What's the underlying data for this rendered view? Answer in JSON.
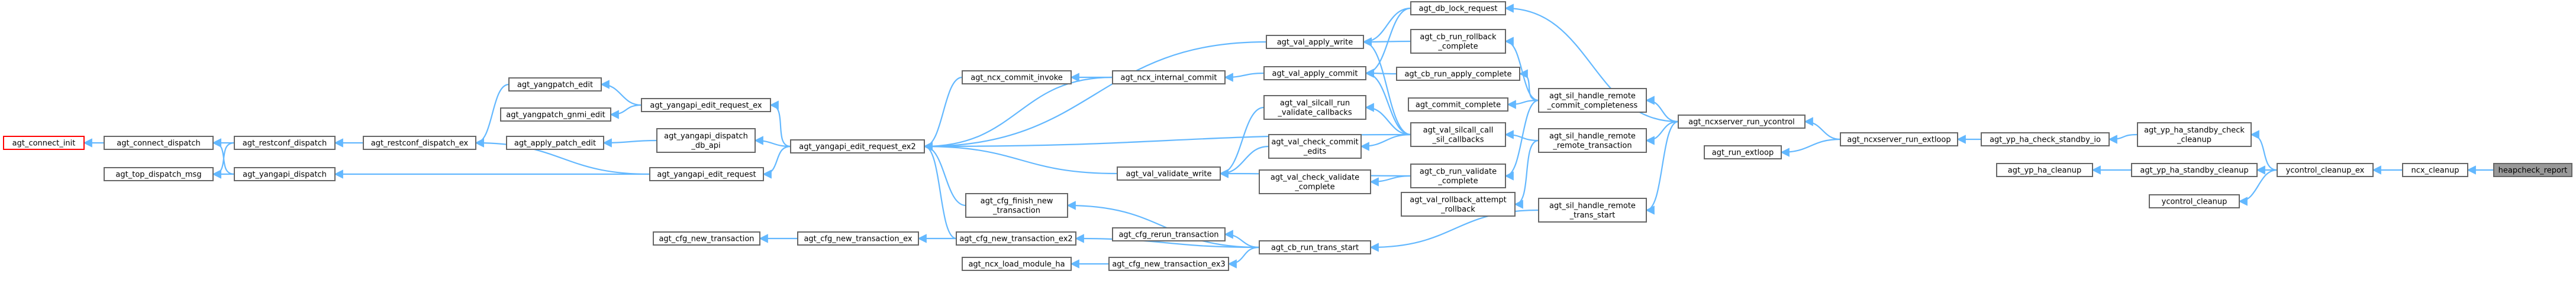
{
  "graph": {
    "focus_node": "heapcheck_report",
    "nodes": [
      {
        "id": "heapcheck_report",
        "lines": [
          "heapcheck_report"
        ]
      },
      {
        "id": "ncx_cleanup",
        "lines": [
          "ncx_cleanup"
        ]
      },
      {
        "id": "ycontrol_cleanup_ex",
        "lines": [
          "ycontrol_cleanup_ex"
        ]
      },
      {
        "id": "agt_yp_ha_standby_check_cleanup",
        "lines": [
          "agt_yp_ha_standby_check",
          "_cleanup"
        ]
      },
      {
        "id": "agt_yp_ha_standby_cleanup",
        "lines": [
          "agt_yp_ha_standby_cleanup"
        ]
      },
      {
        "id": "ycontrol_cleanup",
        "lines": [
          "ycontrol_cleanup"
        ]
      },
      {
        "id": "agt_yp_ha_check_standby_io",
        "lines": [
          "agt_yp_ha_check_standby_io"
        ]
      },
      {
        "id": "agt_yp_ha_cleanup",
        "lines": [
          "agt_yp_ha_cleanup"
        ]
      },
      {
        "id": "agt_ncxserver_run_extloop",
        "lines": [
          "agt_ncxserver_run_extloop"
        ]
      },
      {
        "id": "agt_ncxserver_run_ycontrol",
        "lines": [
          "agt_ncxserver_run_ycontrol"
        ]
      },
      {
        "id": "agt_run_extloop",
        "lines": [
          "agt_run_extloop"
        ]
      },
      {
        "id": "agt_db_lock_request",
        "lines": [
          "agt_db_lock_request"
        ]
      },
      {
        "id": "agt_sil_handle_remote_commit_completeness",
        "lines": [
          "agt_sil_handle_remote",
          "_commit_completeness"
        ]
      },
      {
        "id": "agt_sil_handle_remote_remote_transaction",
        "lines": [
          "agt_sil_handle_remote",
          "_remote_transaction"
        ]
      },
      {
        "id": "agt_sil_handle_remote_trans_start",
        "lines": [
          "agt_sil_handle_remote",
          "_trans_start"
        ]
      },
      {
        "id": "agt_cb_run_rollback_complete",
        "lines": [
          "agt_cb_run_rollback",
          "_complete"
        ]
      },
      {
        "id": "agt_cb_run_apply_complete",
        "lines": [
          "agt_cb_run_apply_complete"
        ]
      },
      {
        "id": "agt_commit_complete",
        "lines": [
          "agt_commit_complete"
        ]
      },
      {
        "id": "agt_val_silcall_call_sil_callbacks",
        "lines": [
          "agt_val_silcall_call",
          "_sil_callbacks"
        ]
      },
      {
        "id": "agt_cb_run_validate_complete",
        "lines": [
          "agt_cb_run_validate",
          "_complete"
        ]
      },
      {
        "id": "agt_val_rollback_attempt_rollback",
        "lines": [
          "agt_val_rollback_attempt",
          "_rollback"
        ]
      },
      {
        "id": "agt_val_apply_write",
        "lines": [
          "agt_val_apply_write"
        ]
      },
      {
        "id": "agt_val_apply_commit",
        "lines": [
          "agt_val_apply_commit"
        ]
      },
      {
        "id": "agt_val_silcall_run_validate_callbacks",
        "lines": [
          "agt_val_silcall_run",
          "_validate_callbacks"
        ]
      },
      {
        "id": "agt_val_check_commit_edits",
        "lines": [
          "agt_val_check_commit",
          "_edits"
        ]
      },
      {
        "id": "agt_val_check_validate_complete",
        "lines": [
          "agt_val_check_validate",
          "_complete"
        ]
      },
      {
        "id": "agt_cb_run_trans_start",
        "lines": [
          "agt_cb_run_trans_start"
        ]
      },
      {
        "id": "agt_ncx_internal_commit",
        "lines": [
          "agt_ncx_internal_commit"
        ]
      },
      {
        "id": "agt_val_validate_write",
        "lines": [
          "agt_val_validate_write"
        ]
      },
      {
        "id": "agt_cfg_rerun_transaction",
        "lines": [
          "agt_cfg_rerun_transaction"
        ]
      },
      {
        "id": "agt_cfg_new_transaction_ex3",
        "lines": [
          "agt_cfg_new_transaction_ex3"
        ]
      },
      {
        "id": "agt_ncx_commit_invoke",
        "lines": [
          "agt_ncx_commit_invoke"
        ]
      },
      {
        "id": "agt_cfg_finish_new_transaction",
        "lines": [
          "agt_cfg_finish_new",
          "_transaction"
        ]
      },
      {
        "id": "agt_cfg_new_transaction_ex2",
        "lines": [
          "agt_cfg_new_transaction_ex2"
        ]
      },
      {
        "id": "agt_ncx_load_module_ha",
        "lines": [
          "agt_ncx_load_module_ha"
        ]
      },
      {
        "id": "agt_yangapi_edit_request_ex2",
        "lines": [
          "agt_yangapi_edit_request_ex2"
        ]
      },
      {
        "id": "agt_cfg_new_transaction_ex",
        "lines": [
          "agt_cfg_new_transaction_ex"
        ]
      },
      {
        "id": "agt_yangapi_edit_request_ex",
        "lines": [
          "agt_yangapi_edit_request_ex"
        ]
      },
      {
        "id": "agt_yangapi_dispatch_db_api",
        "lines": [
          "agt_yangapi_dispatch",
          "_db_api"
        ]
      },
      {
        "id": "agt_yangapi_edit_request",
        "lines": [
          "agt_yangapi_edit_request"
        ]
      },
      {
        "id": "agt_cfg_new_transaction",
        "lines": [
          "agt_cfg_new_transaction"
        ]
      },
      {
        "id": "agt_yangpatch_edit",
        "lines": [
          "agt_yangpatch_edit"
        ]
      },
      {
        "id": "agt_yangpatch_gnmi_edit",
        "lines": [
          "agt_yangpatch_gnmi_edit"
        ]
      },
      {
        "id": "agt_apply_patch_edit",
        "lines": [
          "agt_apply_patch_edit"
        ]
      },
      {
        "id": "agt_restconf_dispatch_ex",
        "lines": [
          "agt_restconf_dispatch_ex"
        ]
      },
      {
        "id": "agt_restconf_dispatch",
        "lines": [
          "agt_restconf_dispatch"
        ]
      },
      {
        "id": "agt_yangapi_dispatch",
        "lines": [
          "agt_yangapi_dispatch"
        ]
      },
      {
        "id": "agt_connect_dispatch",
        "lines": [
          "agt_connect_dispatch"
        ]
      },
      {
        "id": "agt_top_dispatch_msg",
        "lines": [
          "agt_top_dispatch_msg"
        ]
      },
      {
        "id": "agt_connect_init",
        "lines": [
          "agt_connect_init"
        ]
      }
    ],
    "edges": [
      [
        "ncx_cleanup",
        "heapcheck_report"
      ],
      [
        "ycontrol_cleanup_ex",
        "ncx_cleanup"
      ],
      [
        "agt_yp_ha_standby_check_cleanup",
        "ycontrol_cleanup_ex"
      ],
      [
        "agt_yp_ha_standby_cleanup",
        "ycontrol_cleanup_ex"
      ],
      [
        "ycontrol_cleanup",
        "ycontrol_cleanup_ex"
      ],
      [
        "agt_yp_ha_check_standby_io",
        "agt_yp_ha_standby_check_cleanup"
      ],
      [
        "agt_yp_ha_cleanup",
        "agt_yp_ha_standby_cleanup"
      ],
      [
        "agt_ncxserver_run_extloop",
        "agt_yp_ha_check_standby_io"
      ],
      [
        "agt_ncxserver_run_ycontrol",
        "agt_ncxserver_run_extloop"
      ],
      [
        "agt_run_extloop",
        "agt_ncxserver_run_extloop"
      ],
      [
        "agt_db_lock_request",
        "agt_ncxserver_run_ycontrol"
      ],
      [
        "agt_sil_handle_remote_commit_completeness",
        "agt_ncxserver_run_ycontrol"
      ],
      [
        "agt_sil_handle_remote_remote_transaction",
        "agt_ncxserver_run_ycontrol"
      ],
      [
        "agt_sil_handle_remote_trans_start",
        "agt_ncxserver_run_ycontrol"
      ],
      [
        "agt_cb_run_rollback_complete",
        "agt_sil_handle_remote_commit_completeness"
      ],
      [
        "agt_cb_run_apply_complete",
        "agt_sil_handle_remote_commit_completeness"
      ],
      [
        "agt_commit_complete",
        "agt_sil_handle_remote_commit_completeness"
      ],
      [
        "agt_val_silcall_call_sil_callbacks",
        "agt_sil_handle_remote_remote_transaction"
      ],
      [
        "agt_cb_run_validate_complete",
        "agt_sil_handle_remote_commit_completeness"
      ],
      [
        "agt_val_rollback_attempt_rollback",
        "agt_sil_handle_remote_remote_transaction"
      ],
      [
        "agt_val_apply_write",
        "agt_db_lock_request"
      ],
      [
        "agt_val_apply_write",
        "agt_cb_run_rollback_complete"
      ],
      [
        "agt_val_apply_write",
        "agt_val_silcall_call_sil_callbacks"
      ],
      [
        "agt_val_apply_commit",
        "agt_db_lock_request"
      ],
      [
        "agt_val_apply_commit",
        "agt_cb_run_apply_complete"
      ],
      [
        "agt_val_apply_commit",
        "agt_val_silcall_call_sil_callbacks"
      ],
      [
        "agt_val_silcall_run_validate_callbacks",
        "agt_val_silcall_call_sil_callbacks"
      ],
      [
        "agt_val_check_commit_edits",
        "agt_val_silcall_call_sil_callbacks"
      ],
      [
        "agt_val_check_validate_complete",
        "agt_cb_run_validate_complete"
      ],
      [
        "agt_cb_run_trans_start",
        "agt_sil_handle_remote_trans_start"
      ],
      [
        "agt_ncx_internal_commit",
        "agt_val_apply_commit"
      ],
      [
        "agt_val_validate_write",
        "agt_val_silcall_run_validate_callbacks"
      ],
      [
        "agt_val_validate_write",
        "agt_val_check_commit_edits"
      ],
      [
        "agt_val_validate_write",
        "agt_cb_run_validate_complete"
      ],
      [
        "agt_cfg_rerun_transaction",
        "agt_cb_run_trans_start"
      ],
      [
        "agt_cfg_new_transaction_ex3",
        "agt_cb_run_trans_start"
      ],
      [
        "agt_ncx_commit_invoke",
        "agt_ncx_internal_commit"
      ],
      [
        "agt_cfg_finish_new_transaction",
        "agt_cb_run_trans_start"
      ],
      [
        "agt_cfg_new_transaction_ex2",
        "agt_cb_run_trans_start"
      ],
      [
        "agt_ncx_load_module_ha",
        "agt_cfg_new_transaction_ex3"
      ],
      [
        "agt_yangapi_edit_request_ex2",
        "agt_val_apply_write"
      ],
      [
        "agt_yangapi_edit_request_ex2",
        "agt_ncx_commit_invoke"
      ],
      [
        "agt_yangapi_edit_request_ex2",
        "agt_ncx_internal_commit"
      ],
      [
        "agt_yangapi_edit_request_ex2",
        "agt_val_validate_write"
      ],
      [
        "agt_yangapi_edit_request_ex2",
        "agt_cfg_finish_new_transaction"
      ],
      [
        "agt_yangapi_edit_request_ex2",
        "agt_cfg_new_transaction_ex2"
      ],
      [
        "agt_yangapi_edit_request_ex2",
        "agt_val_silcall_call_sil_callbacks"
      ],
      [
        "agt_cfg_new_transaction_ex",
        "agt_cfg_new_transaction_ex2"
      ],
      [
        "agt_yangapi_edit_request_ex",
        "agt_yangapi_edit_request_ex2"
      ],
      [
        "agt_yangapi_dispatch_db_api",
        "agt_yangapi_edit_request_ex2"
      ],
      [
        "agt_yangapi_edit_request",
        "agt_yangapi_edit_request_ex2"
      ],
      [
        "agt_cfg_new_transaction",
        "agt_cfg_new_transaction_ex"
      ],
      [
        "agt_yangpatch_edit",
        "agt_yangapi_edit_request_ex"
      ],
      [
        "agt_yangpatch_gnmi_edit",
        "agt_yangapi_edit_request_ex"
      ],
      [
        "agt_apply_patch_edit",
        "agt_yangapi_dispatch_db_api"
      ],
      [
        "agt_restconf_dispatch_ex",
        "agt_yangpatch_edit"
      ],
      [
        "agt_restconf_dispatch_ex",
        "agt_yangapi_edit_request"
      ],
      [
        "agt_restconf_dispatch",
        "agt_restconf_dispatch_ex"
      ],
      [
        "agt_yangapi_dispatch",
        "agt_yangapi_edit_request"
      ],
      [
        "agt_connect_dispatch",
        "agt_restconf_dispatch"
      ],
      [
        "agt_connect_dispatch",
        "agt_yangapi_dispatch"
      ],
      [
        "agt_top_dispatch_msg",
        "agt_restconf_dispatch"
      ],
      [
        "agt_top_dispatch_msg",
        "agt_yangapi_dispatch"
      ],
      [
        "agt_connect_init",
        "agt_connect_dispatch"
      ]
    ]
  }
}
